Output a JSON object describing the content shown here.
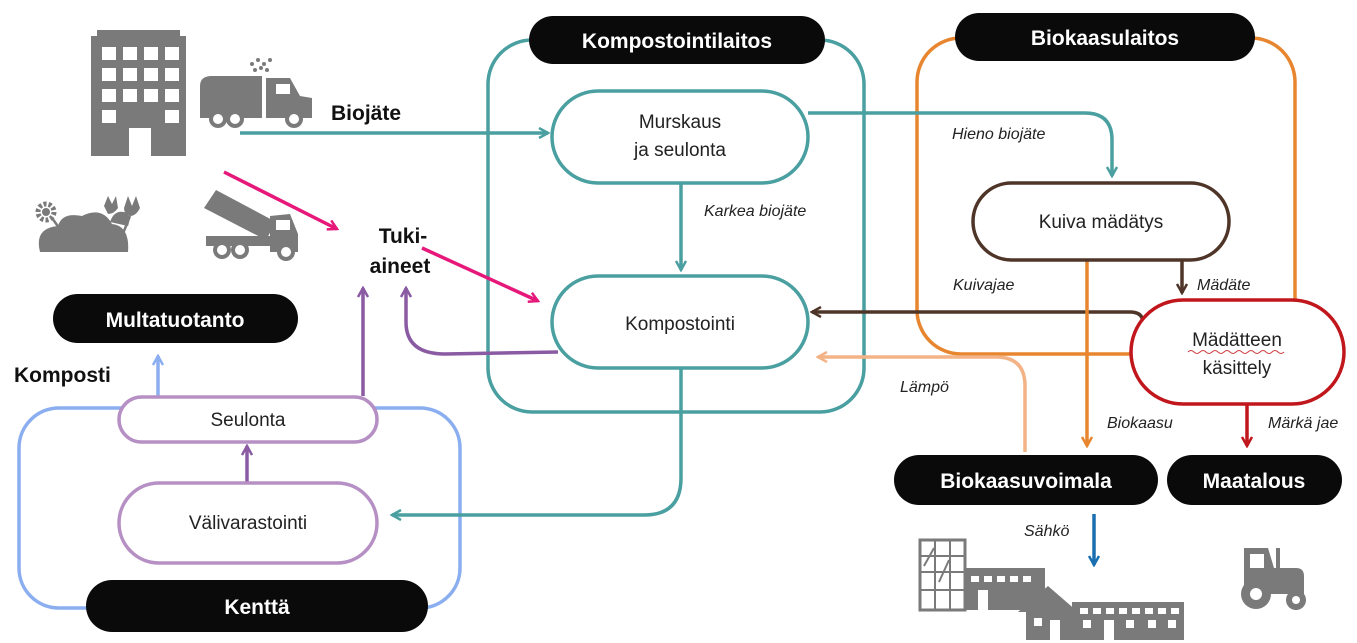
{
  "diagram": {
    "containers": {
      "komposti": "Kompostointilaitos",
      "biokaasu": "Biokaasulaitos",
      "kentta": "Kenttä"
    },
    "nodes": {
      "murskaus_1": "Murskaus",
      "murskaus_2": "ja seulonta",
      "kompostointi": "Kompostointi",
      "kuiva": "Kuiva mädätys",
      "madatteen_1": "Mädätteen",
      "madatteen_2": "käsittely",
      "seulonta": "Seulonta",
      "valivarastointi": "Välivarastointi"
    },
    "destinations": {
      "multatuotanto": "Multatuotanto",
      "biokaasuvoimala": "Biokaasuvoimala",
      "maatalous": "Maatalous"
    },
    "labels": {
      "biojate": "Biojäte",
      "tuki_1": "Tuki-",
      "tuki_2": "aineet",
      "komposti": "Komposti",
      "hieno": "Hieno biojäte",
      "karkea": "Karkea biojäte",
      "kuivajae": "Kuivajae",
      "madate": "Mädäte",
      "lampo": "Lämpö",
      "biokaasu": "Biokaasu",
      "marka": "Märkä jae",
      "sahko": "Sähkö"
    },
    "icons": {
      "building": "apartment-building-icon",
      "garbage_truck": "garbage-truck-icon",
      "plants": "plants-icon",
      "dump_truck": "dump-truck-icon",
      "houses": "houses-icon",
      "tractor": "tractor-icon"
    },
    "colors": {
      "teal": "#4a9fa0",
      "orange": "#e8862f",
      "brown": "#4e3528",
      "red": "#c0161c",
      "blue": "#8aaef0",
      "purple": "#8a5aa3",
      "lilac": "#b690c4",
      "magenta": "#e6197a",
      "peach": "#f3b386",
      "darkblue": "#1a6fb0",
      "gray": "#7a7a7a"
    }
  }
}
